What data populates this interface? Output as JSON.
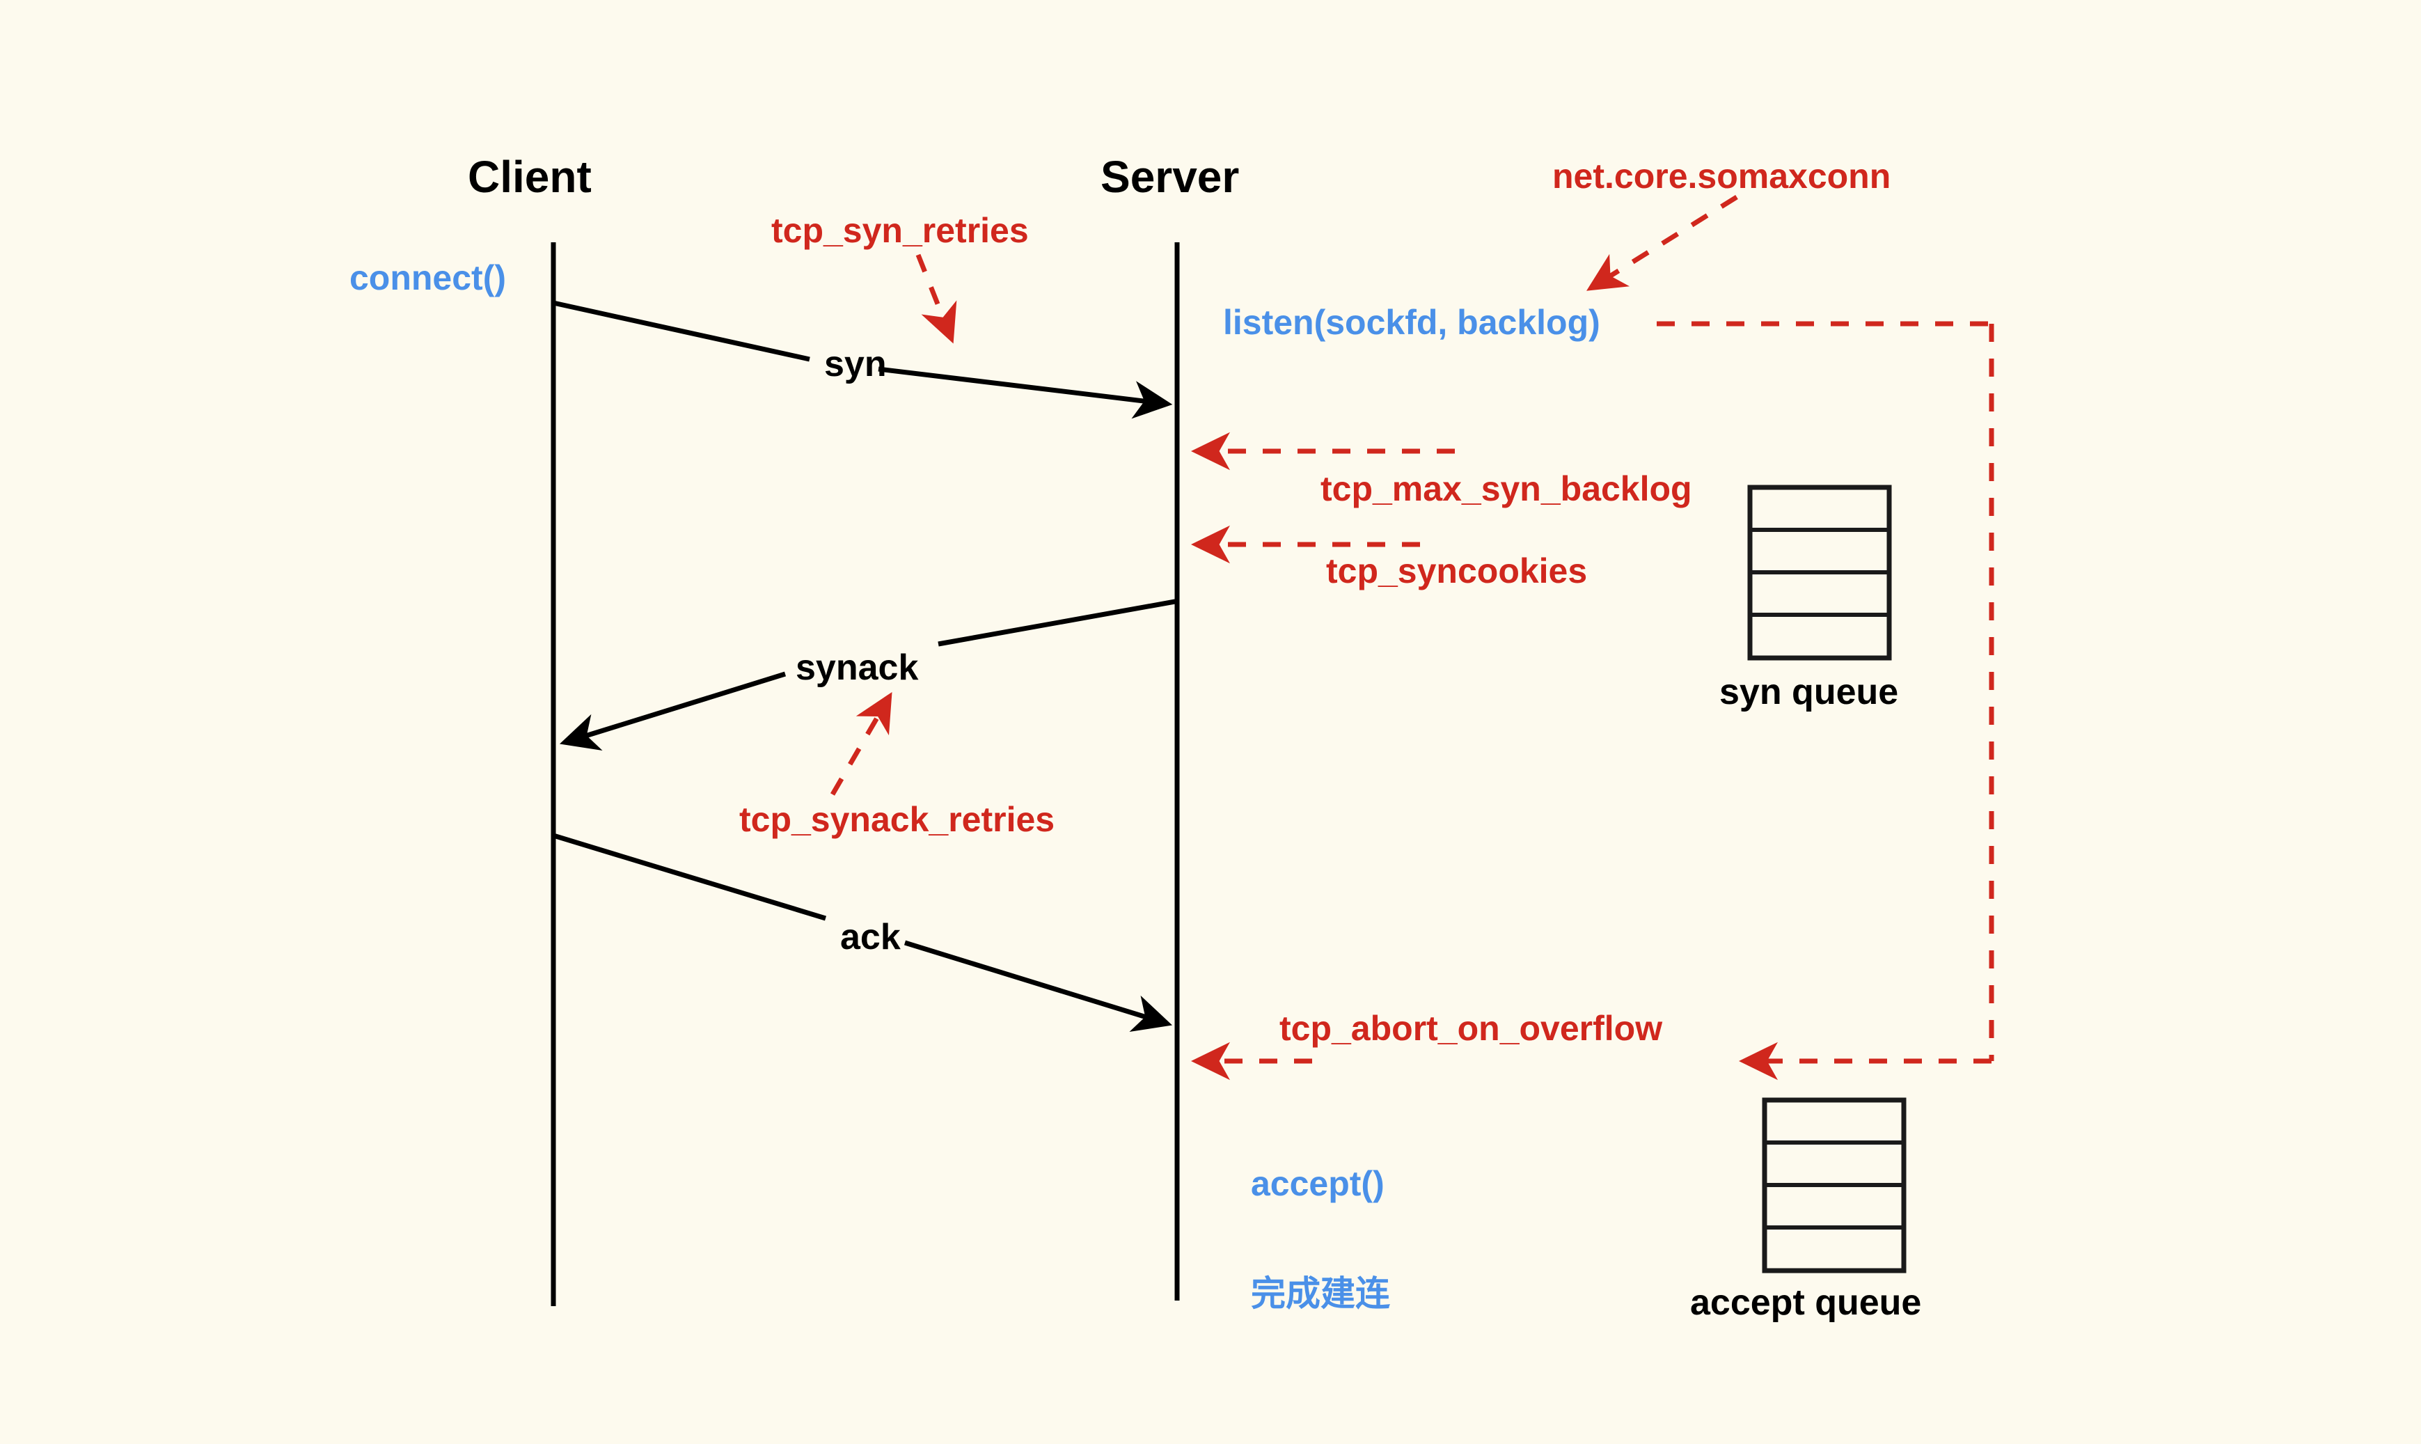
{
  "diagram": {
    "title_client": "Client",
    "title_server": "Server",
    "colors": {
      "background": "#FDFAEE",
      "line": "#000000",
      "sysctl_red": "#D0271D",
      "api_blue": "#4A90E8"
    },
    "messages": [
      {
        "label": "syn",
        "direction": "client-to-server"
      },
      {
        "label": "synack",
        "direction": "server-to-client"
      },
      {
        "label": "ack",
        "direction": "client-to-server"
      }
    ],
    "api_calls": [
      {
        "label": "connect()",
        "side": "client"
      },
      {
        "label": "listen(sockfd, backlog)",
        "side": "server"
      },
      {
        "label": "accept()",
        "side": "server"
      },
      {
        "label": "完成建连",
        "side": "server"
      }
    ],
    "sysctls": [
      {
        "label": "tcp_syn_retries"
      },
      {
        "label": "net.core.somaxconn"
      },
      {
        "label": "tcp_max_syn_backlog"
      },
      {
        "label": "tcp_syncookies"
      },
      {
        "label": "tcp_synack_retries"
      },
      {
        "label": "tcp_abort_on_overflow"
      }
    ],
    "queues": [
      {
        "caption": "syn queue",
        "slots": 4
      },
      {
        "caption": "accept queue",
        "slots": 4
      }
    ]
  }
}
